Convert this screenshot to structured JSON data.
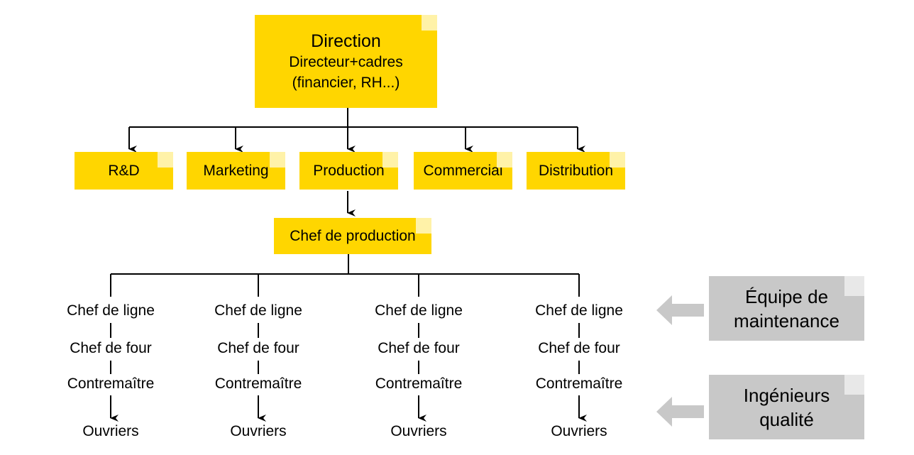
{
  "direction": {
    "title": "Direction",
    "line1": "Directeur+cadres",
    "line2": "(financier, RH...)"
  },
  "departments": [
    "R&D",
    "Marketing",
    "Production",
    "Commercial",
    "Distribution"
  ],
  "chef_production": "Chef de production",
  "columns": [
    {
      "chef_ligne": "Chef de ligne",
      "chef_four": "Chef de four",
      "contremaitre": "Contremaître",
      "ouvriers": "Ouvriers"
    },
    {
      "chef_ligne": "Chef de ligne",
      "chef_four": "Chef de four",
      "contremaitre": "Contremaître",
      "ouvriers": "Ouvriers"
    },
    {
      "chef_ligne": "Chef de ligne",
      "chef_four": "Chef de four",
      "contremaitre": "Contremaître",
      "ouvriers": "Ouvriers"
    },
    {
      "chef_ligne": "Chef de ligne",
      "chef_four": "Chef de four",
      "contremaitre": "Contremaître",
      "ouvriers": "Ouvriers"
    }
  ],
  "side_notes": {
    "maintenance": {
      "line1": "Équipe de",
      "line2": "maintenance"
    },
    "qualite": {
      "line1": "Ingénieurs",
      "line2": "qualité"
    }
  },
  "colors": {
    "note_yellow": "#FFD600",
    "note_gray": "#C8C8C8",
    "arrow_gray": "#C8C8C8",
    "line": "#000000"
  }
}
